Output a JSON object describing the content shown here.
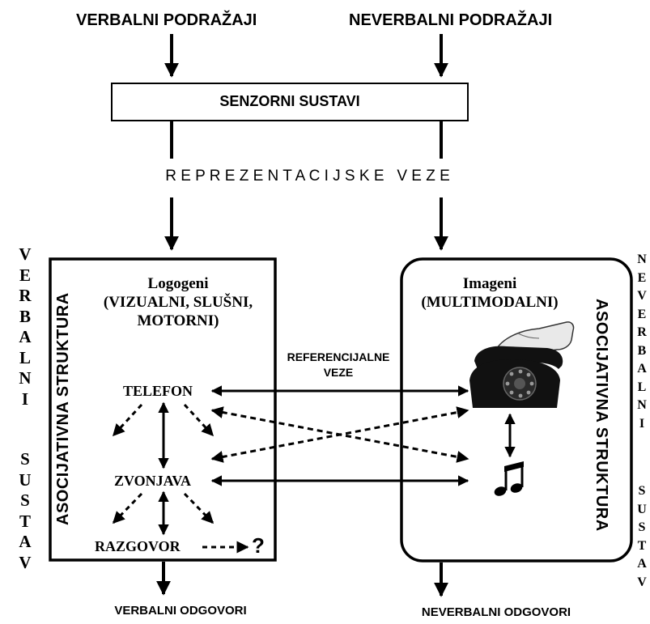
{
  "stimuli": {
    "verbal": "VERBALNI  PODRAŽAJI",
    "nonverbal": "NEVERBALNI  PODRAŽAJI"
  },
  "sensory": {
    "label": "SENZORNI SUSTAVI"
  },
  "representational": {
    "label": "R E P R E Z E N T A C I J S K E   V E Z E"
  },
  "verbal_system": {
    "side_letters_top": [
      "V",
      "E",
      "R",
      "B",
      "A",
      "L",
      "N",
      "I"
    ],
    "side_letters_bottom": [
      "S",
      "U",
      "S",
      "T",
      "A",
      "V"
    ],
    "box_side_label": "ASOCIJATIVNA STRUKTURA",
    "title_line1": "Logogeni",
    "title_line2": "(VIZUALNI, SLUŠNI,",
    "title_line3": "MOTORNI)",
    "word_telefon": "TELEFON",
    "word_zvonjava": "ZVONJAVA",
    "word_razgovor": "RAZGOVOR",
    "question": "?"
  },
  "nonverbal_system": {
    "side_letters_top": [
      "N",
      "E",
      "V",
      "E",
      "R",
      "B",
      "A",
      "L",
      "N",
      "I"
    ],
    "side_letters_bottom": [
      "S",
      "U",
      "S",
      "T",
      "A",
      "V"
    ],
    "box_side_label": "ASOCIJATIVNA STRUKTURA",
    "title_line1": "Imageni",
    "title_line2": "(MULTIMODALNI)"
  },
  "referential": {
    "line1": "REFERENCIJALNE",
    "line2": "VEZE"
  },
  "outputs": {
    "verbal": "VERBALNI ODGOVORI",
    "nonverbal": "NEVERBALNI ODGOVORI"
  },
  "icons": [
    "telephone-icon",
    "music-note-icon",
    "question-mark"
  ],
  "colors": {
    "ink": "#000000",
    "background": "#ffffff"
  }
}
